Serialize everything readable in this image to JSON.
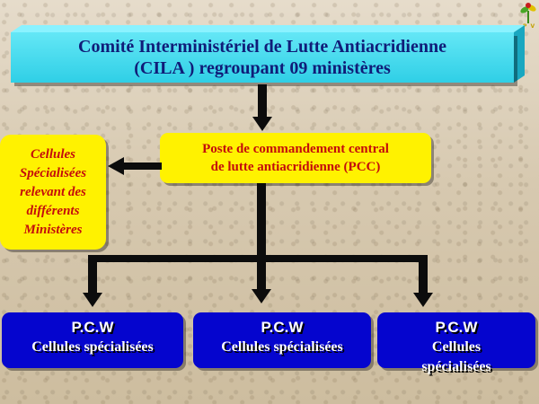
{
  "colors": {
    "top_box": "#2fcfe6",
    "top_text": "#101c78",
    "yellow_box": "#fff200",
    "red_text": "#c40c0c",
    "blue_box": "#0505ce",
    "arrow": "#0c0c0c"
  },
  "icons": {
    "logo": "plant-logo-icon"
  },
  "logo_text": "P V",
  "top_box": {
    "line1": "Comité Interministériel de Lutte Antiacridienne",
    "line2": "(CILA )  regroupant 09 ministères"
  },
  "pcc_box": {
    "line1": "Poste de commandement central",
    "line2": "de lutte antiacridienne (PCC)"
  },
  "cells_box": {
    "line1": "Cellules",
    "line2": "Spécialisées",
    "line3": "relevant des",
    "line4": "différents",
    "line5": "Ministères"
  },
  "pcw_boxes": [
    {
      "title": "P.C.W",
      "subtitle": "Cellules spécialisées"
    },
    {
      "title": "P.C.W",
      "subtitle": "Cellules spécialisées"
    },
    {
      "title": "P.C.W",
      "subtitle": "Cellules spécialisées"
    }
  ]
}
